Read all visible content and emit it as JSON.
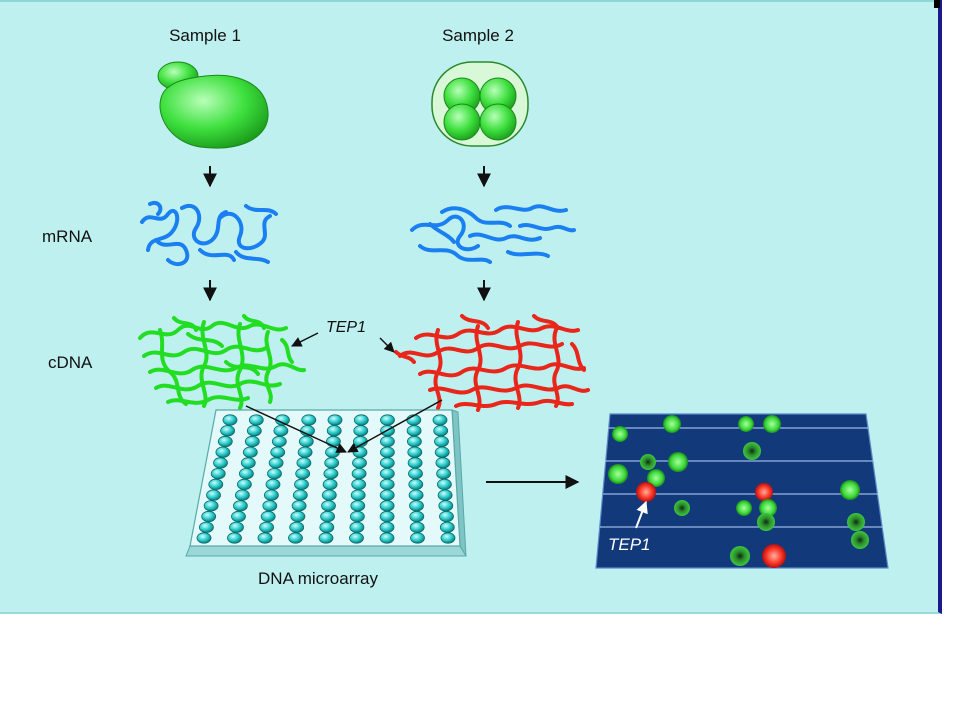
{
  "labels": {
    "sample1": "Sample 1",
    "sample2": "Sample 2",
    "mrna": "mRNA",
    "cdna": "cDNA",
    "tep1_top": "TEP1",
    "tep1_result": "TEP1",
    "microarray": "DNA microarray"
  },
  "colors": {
    "panel_bg": "#bff0f0",
    "cell_green": "#3ee03e",
    "mrna_blue": "#1a7ff0",
    "cdna_green": "#22dd22",
    "cdna_red": "#e8261a",
    "array_spot": "#28c8c8",
    "result_bg": "#123a7a"
  }
}
